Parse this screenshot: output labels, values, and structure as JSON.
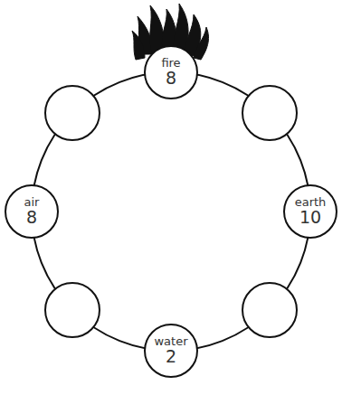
{
  "diagram": {
    "nodes": [
      {
        "text": [
          "fire",
          "8"
        ]
      },
      {
        "text": [
          "air",
          "8"
        ]
      },
      {
        "text": [
          "earth",
          "10"
        ]
      },
      {
        "text": [
          "water",
          "2"
        ]
      }
    ]
  }
}
